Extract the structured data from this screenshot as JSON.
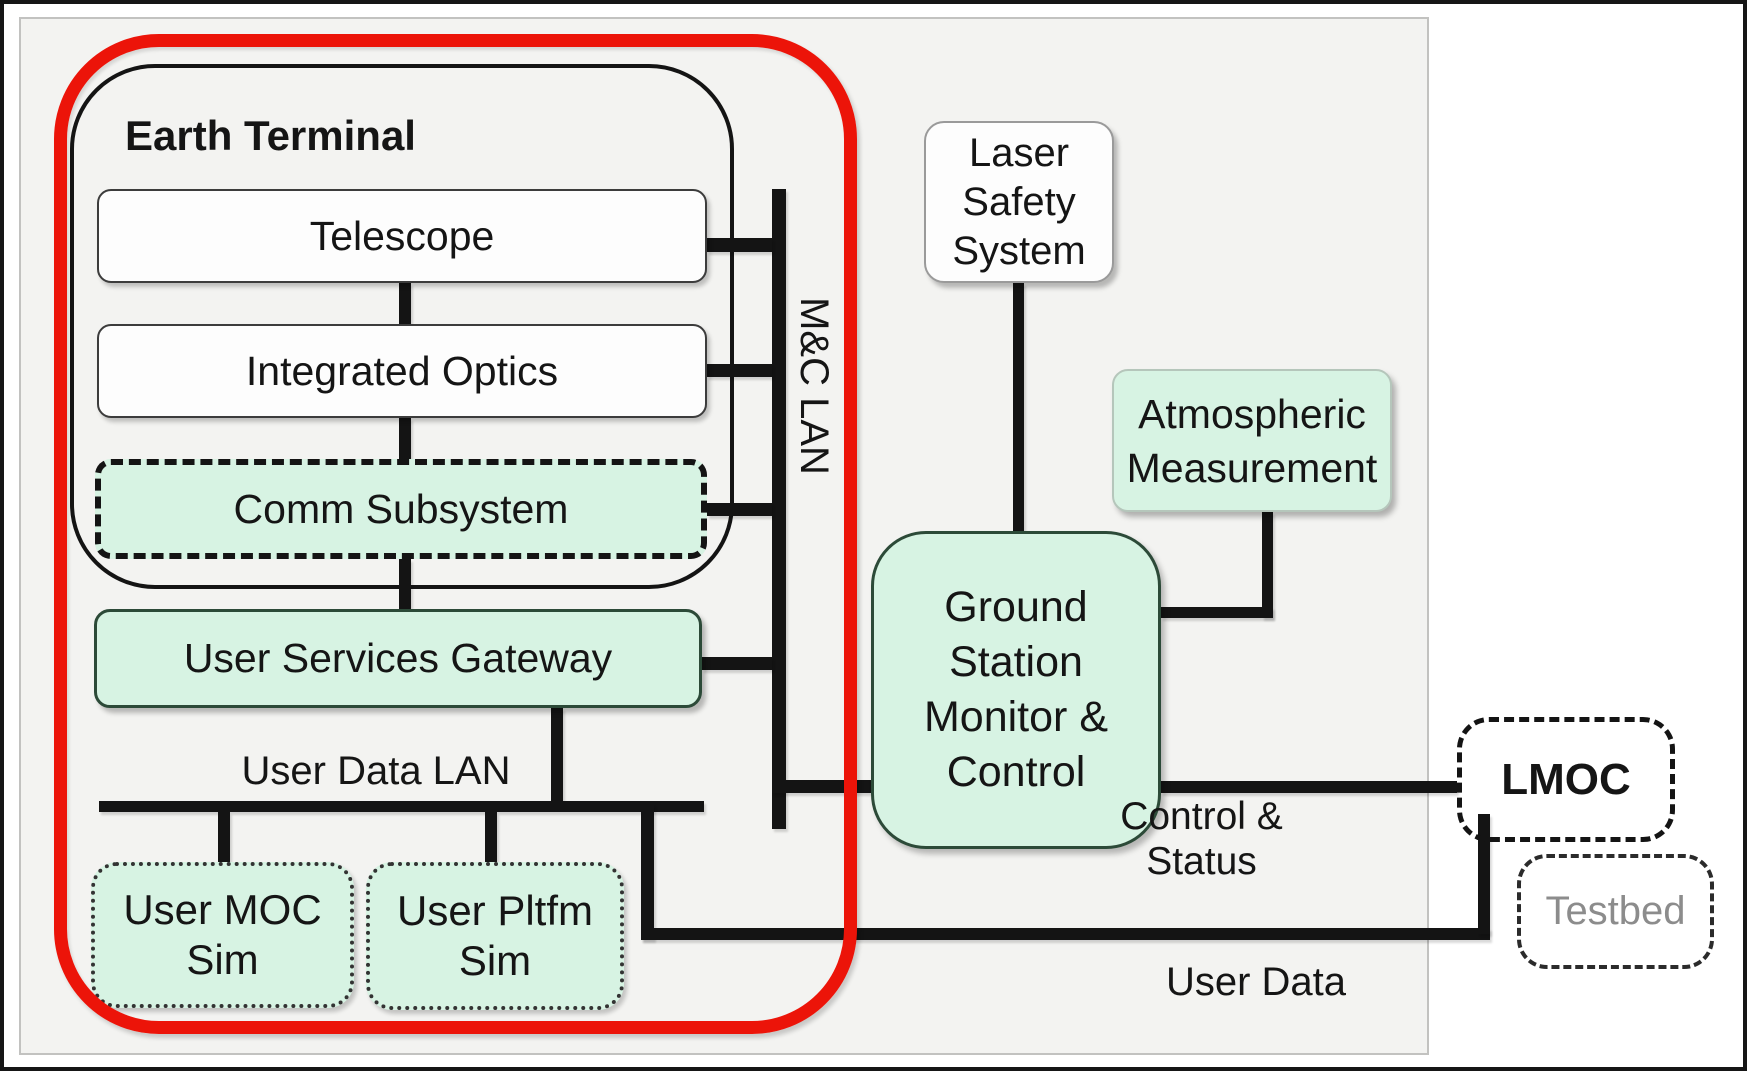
{
  "diagram": {
    "colors": {
      "boundary_red": "#ec1409",
      "mint_fill": "#d7f3e3",
      "line_black": "#141414",
      "panel_bg": "#f3f3f1",
      "testbed_text_gray": "#8c8c8c"
    },
    "nodes": {
      "earth_terminal": {
        "label": "Earth Terminal"
      },
      "telescope": {
        "label": "Telescope"
      },
      "integrated_optics": {
        "label": "Integrated Optics"
      },
      "comm_subsystem": {
        "label": "Comm Subsystem"
      },
      "user_services_gateway": {
        "label": "User Services Gateway"
      },
      "user_moc_sim": {
        "label": "User MOC Sim"
      },
      "user_pltfm_sim": {
        "label": "User Pltfm Sim"
      },
      "laser_safety_system": {
        "label": "Laser Safety System"
      },
      "atmospheric_measurement": {
        "label": "Atmospheric Measurement"
      },
      "ground_station_monitor_control": {
        "label": "Ground Station Monitor & Control"
      },
      "lmoc": {
        "label": "LMOC"
      },
      "testbed": {
        "label": "Testbed"
      }
    },
    "edge_labels": {
      "mc_lan": "M&C LAN",
      "user_data_lan": "User Data LAN",
      "control_status": "Control & Status",
      "user_data": "User Data"
    }
  }
}
